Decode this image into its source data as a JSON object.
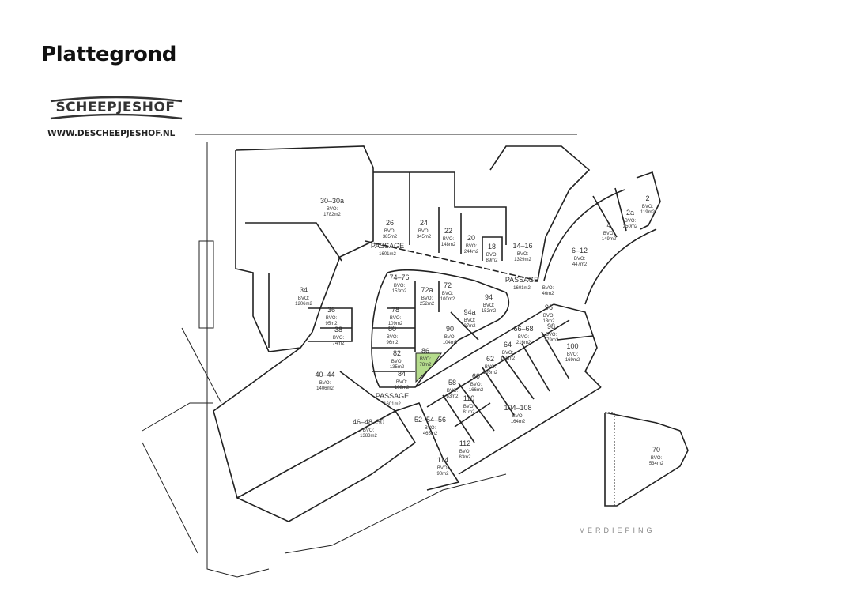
{
  "page": {
    "title": "Plattegrond"
  },
  "logo": {
    "name": "SCHEEPJESHOF",
    "url": "WWW.DESCHEEPJESHOF.NL"
  },
  "floor_label": "VERDIEPING",
  "colors": {
    "highlight": "#b5dc8c",
    "line": "#222222"
  },
  "bvo_label": "BVO:",
  "units": [
    {
      "id": "30–30a",
      "area": "1782m2"
    },
    {
      "id": "26",
      "area": "385m2"
    },
    {
      "id": "24",
      "area": "345m2"
    },
    {
      "id": "22",
      "area": "148m2"
    },
    {
      "id": "20",
      "area": "244m2"
    },
    {
      "id": "18",
      "area": "89m2"
    },
    {
      "id": "14–16",
      "area": "1329m2"
    },
    {
      "id": "PASSAGE",
      "area": "1601m2"
    },
    {
      "id": "34",
      "area": "1206m2"
    },
    {
      "id": "36",
      "area": "95m2"
    },
    {
      "id": "38",
      "area": "74m2"
    },
    {
      "id": "74–76",
      "area": "153m2"
    },
    {
      "id": "72a",
      "area": "252m2"
    },
    {
      "id": "72",
      "area": "100m2"
    },
    {
      "id": "94",
      "area": "152m2"
    },
    {
      "id": "94a",
      "area": "87m2"
    },
    {
      "id": "78",
      "area": "109m2"
    },
    {
      "id": "80",
      "area": "96m2"
    },
    {
      "id": "90",
      "area": "104m2"
    },
    {
      "id": "82",
      "area": "135m2"
    },
    {
      "id": "86",
      "area": "78m2",
      "highlighted": true
    },
    {
      "id": "84",
      "area": "108m2"
    },
    {
      "id": "PASSAGE",
      "area": "1601m2"
    },
    {
      "id": "40–44",
      "area": "1406m2"
    },
    {
      "id": "46–48–50",
      "area": "1383m2"
    },
    {
      "id": "52–54–56",
      "area": "465m2"
    },
    {
      "id": "58",
      "area": "83m2"
    },
    {
      "id": "60",
      "area": "166m2"
    },
    {
      "id": "62",
      "area": "166m2"
    },
    {
      "id": "64",
      "area": "159m2"
    },
    {
      "id": "66–68",
      "area": "216m2"
    },
    {
      "id": "110",
      "area": "81m2"
    },
    {
      "id": "104–108",
      "area": "164m2"
    },
    {
      "id": "112",
      "area": "83m2"
    },
    {
      "id": "114",
      "area": "90m2"
    },
    {
      "id": "PASSAGE",
      "area": "1601m2"
    },
    {
      "id": "",
      "area": "46m2"
    },
    {
      "id": "96",
      "area": "13m2"
    },
    {
      "id": "98",
      "area": "179m2"
    },
    {
      "id": "100",
      "area": "169m2"
    },
    {
      "id": "6–12",
      "area": "447m2"
    },
    {
      "id": "4",
      "area": "149m2"
    },
    {
      "id": "2a",
      "area": "250m2"
    },
    {
      "id": "2",
      "area": "119m2"
    },
    {
      "id": "70",
      "area": "534m2"
    }
  ]
}
